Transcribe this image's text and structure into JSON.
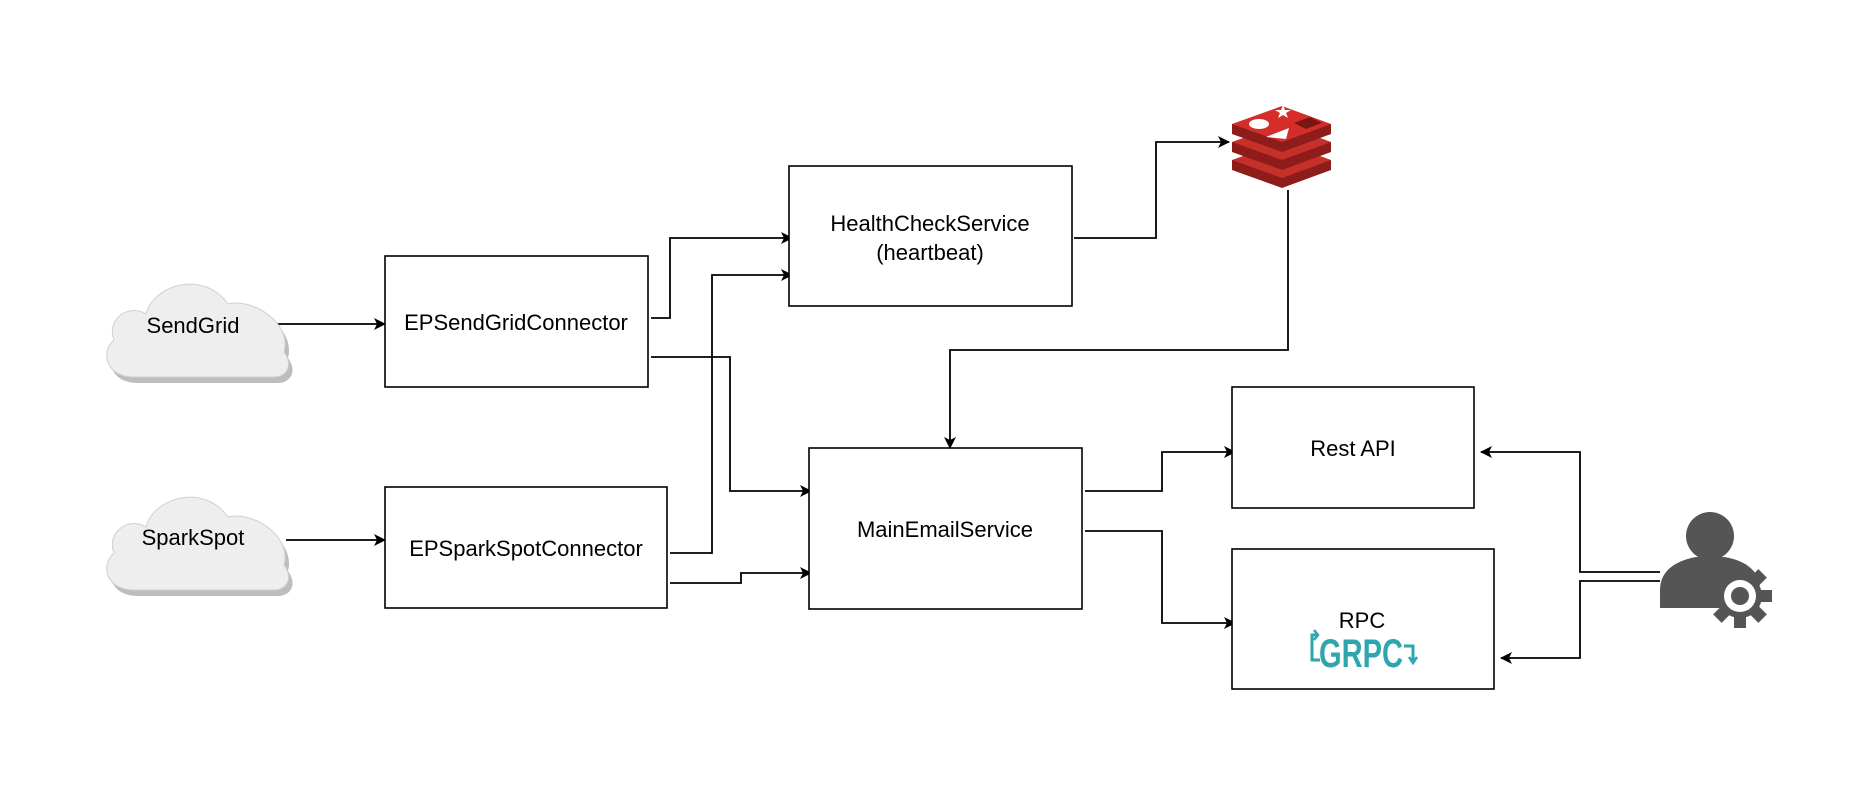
{
  "diagram": {
    "nodes": {
      "sendgrid": "SendGrid",
      "sparkspot": "SparkSpot",
      "ep_sendgrid": "EPSendGridConnector",
      "ep_sparkspot": "EPSparkSpotConnector",
      "healthcheck_line1": "HealthCheckService",
      "healthcheck_line2": "(heartbeat)",
      "main": "MainEmailService",
      "rest": "Rest API",
      "rpc": "RPC",
      "grpc_logo": "GRPC"
    },
    "icons": {
      "cache": "redis-icon",
      "user": "user-settings-icon",
      "clouds": "cloud-icon"
    },
    "colors": {
      "redis": "#c6302b",
      "grpc": "#2da6b0",
      "cloud": "#eeeeee",
      "user": "#555555"
    }
  }
}
